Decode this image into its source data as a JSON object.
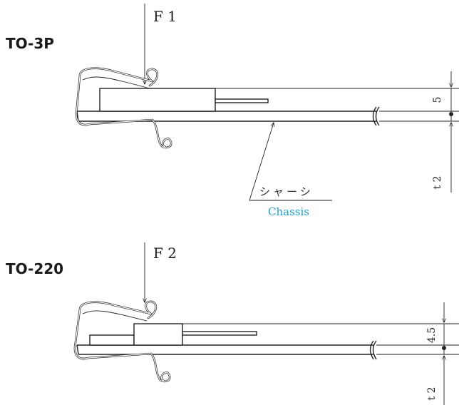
{
  "diagram": {
    "top": {
      "package": "TO-3P",
      "force": "F 1",
      "dim_height": "5",
      "dim_thickness": "t 2"
    },
    "chassis": {
      "label_jp": "シャーシ",
      "label_en": "Chassis"
    },
    "bottom": {
      "package": "TO-220",
      "force": "F 2",
      "dim_height": "4.5",
      "dim_thickness": "t 2"
    },
    "colors": {
      "line": "#222222",
      "chassis_label": "#1aa3d9"
    }
  }
}
